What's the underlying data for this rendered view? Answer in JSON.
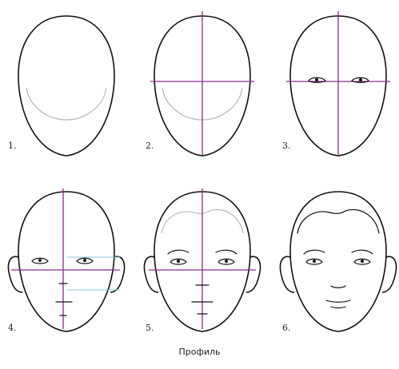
{
  "steps": [
    {
      "label": "1."
    },
    {
      "label": "2."
    },
    {
      "label": "3."
    },
    {
      "label": "4."
    },
    {
      "label": "5."
    },
    {
      "label": "6."
    }
  ],
  "caption": "Профиль",
  "colors": {
    "outline": "#111111",
    "guide_lines": "#8b2a8b",
    "construction": "#b8b8b8",
    "measure_lines": "#86c7d8"
  }
}
